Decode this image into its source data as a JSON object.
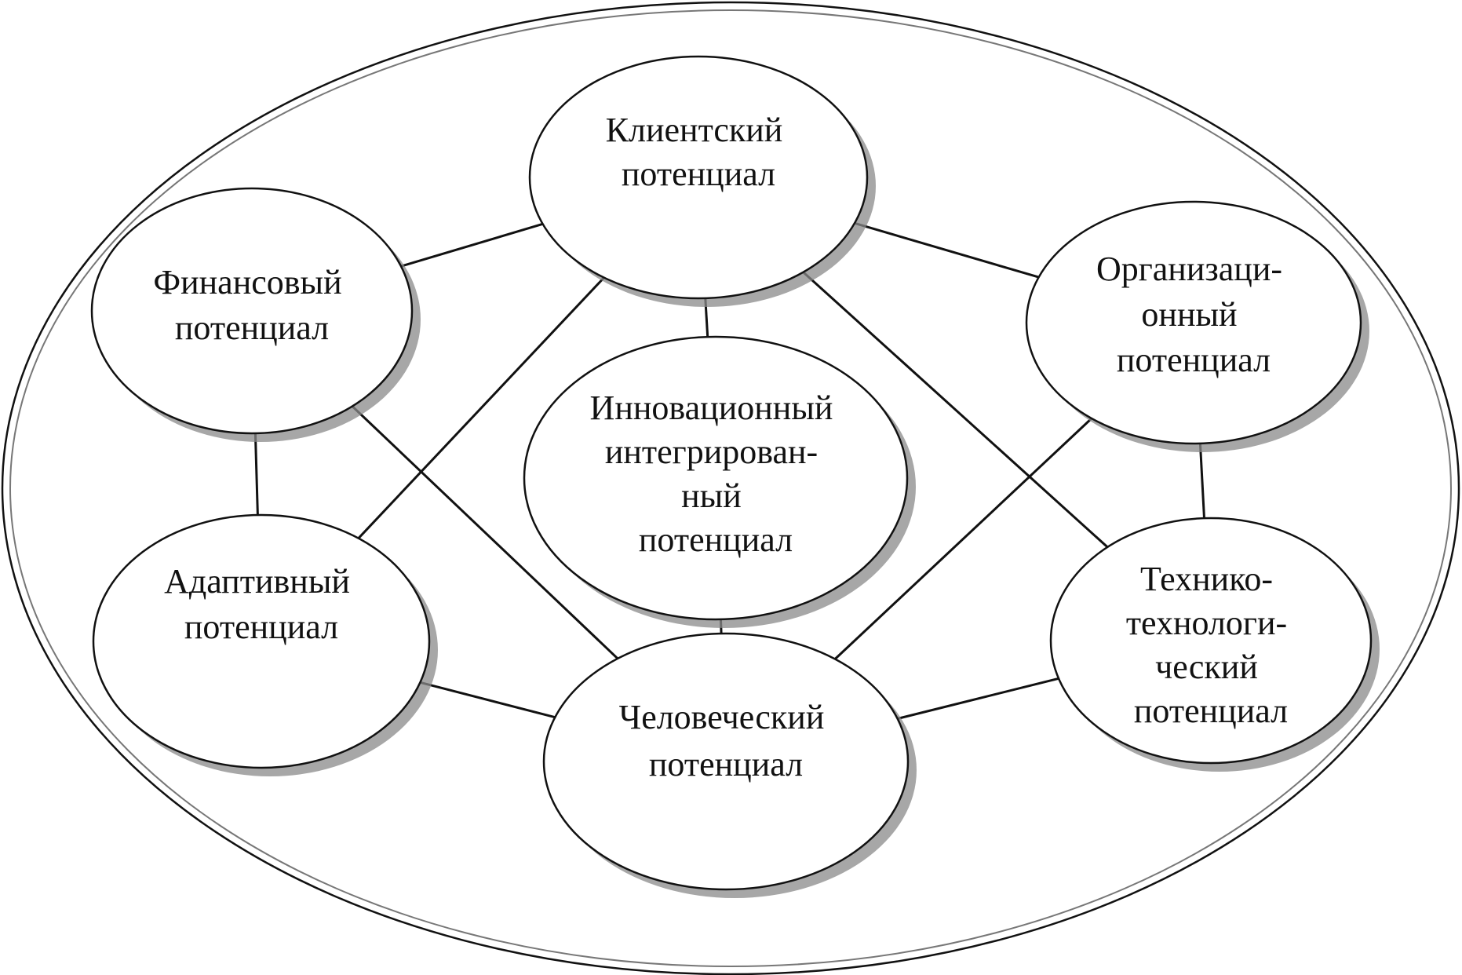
{
  "nodes": {
    "client": {
      "lines": [
        "Клиентский",
        "потенциал"
      ]
    },
    "financial": {
      "lines": [
        "Финансовый",
        "потенциал"
      ]
    },
    "organizational": {
      "lines": [
        "Организаци-",
        "онный",
        "потенциал"
      ]
    },
    "innovative": {
      "lines": [
        "Инновационный",
        "интегрирован-",
        "ный",
        "потенциал"
      ]
    },
    "adaptive": {
      "lines": [
        "Адаптивный",
        "потенциал"
      ]
    },
    "technical": {
      "lines": [
        "Технико-",
        "технологи-",
        "ческий",
        "потенциал"
      ]
    },
    "human": {
      "lines": [
        "Человеческий",
        "потенциал"
      ]
    }
  },
  "edges": [
    [
      "client",
      "financial"
    ],
    [
      "client",
      "organizational"
    ],
    [
      "client",
      "innovative"
    ],
    [
      "client",
      "adaptive"
    ],
    [
      "client",
      "technical"
    ],
    [
      "financial",
      "adaptive"
    ],
    [
      "financial",
      "human"
    ],
    [
      "organizational",
      "technical"
    ],
    [
      "organizational",
      "human"
    ],
    [
      "innovative",
      "human"
    ],
    [
      "adaptive",
      "human"
    ],
    [
      "technical",
      "human"
    ]
  ]
}
